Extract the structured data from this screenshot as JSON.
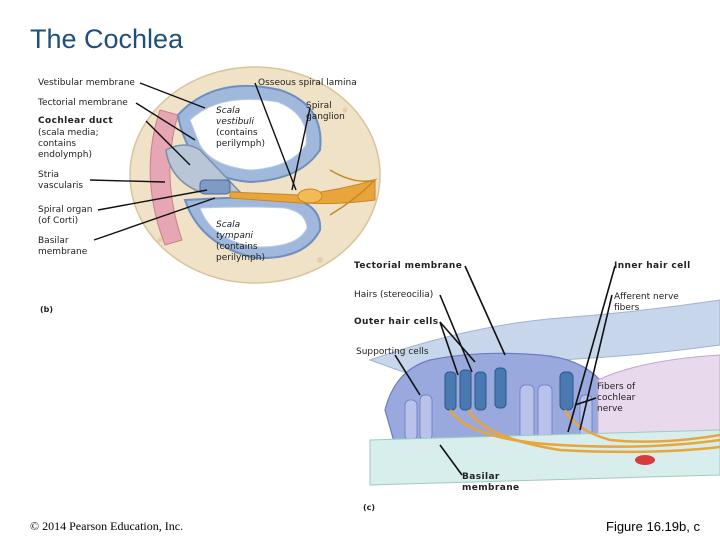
{
  "title": "The Cochlea",
  "labels_b": {
    "vestibular_membrane": "Vestibular membrane",
    "osseous_spiral_lamina": "Osseous spiral lamina",
    "tectorial_membrane": "Tectorial membrane",
    "spiral_ganglion": "Spiral ganglion",
    "cochlear_duct": "Cochlear duct",
    "cochlear_duct_note": "(scala media; contains endolymph)",
    "scala_vestibuli": "Scala vestibuli",
    "scala_vestibuli_note": "(contains perilymph)",
    "stria_vascularis": "Stria vascularis",
    "spiral_organ": "Spiral organ (of Corti)",
    "basilar_membrane": "Basilar membrane",
    "scala_tympani": "Scala tympani",
    "scala_tympani_note": "(contains perilymph)"
  },
  "labels_c": {
    "tectorial_membrane": "Tectorial membrane",
    "inner_hair_cell": "Inner hair cell",
    "hairs": "Hairs (stereocilia)",
    "afferent_nerve_fibers": "Afferent nerve fibers",
    "outer_hair_cells": "Outer hair cells",
    "supporting_cells": "Supporting cells",
    "fibers_cochlear_nerve": "Fibers of cochlear nerve",
    "basilar_membrane": "Basilar membrane"
  },
  "panels": {
    "b": "(b)",
    "c": "(c)"
  },
  "footer": {
    "copyright": "© 2014 Pearson Education, Inc.",
    "figure": "Figure 16.19b, c"
  },
  "colors": {
    "title": "#1f4f7d",
    "bone": "#f0e2c6",
    "duct_wall": "#e7a6b3",
    "membrane": "#9fb8dc",
    "nerve": "#e8a53c",
    "hair_cell": "#4a78b0"
  }
}
